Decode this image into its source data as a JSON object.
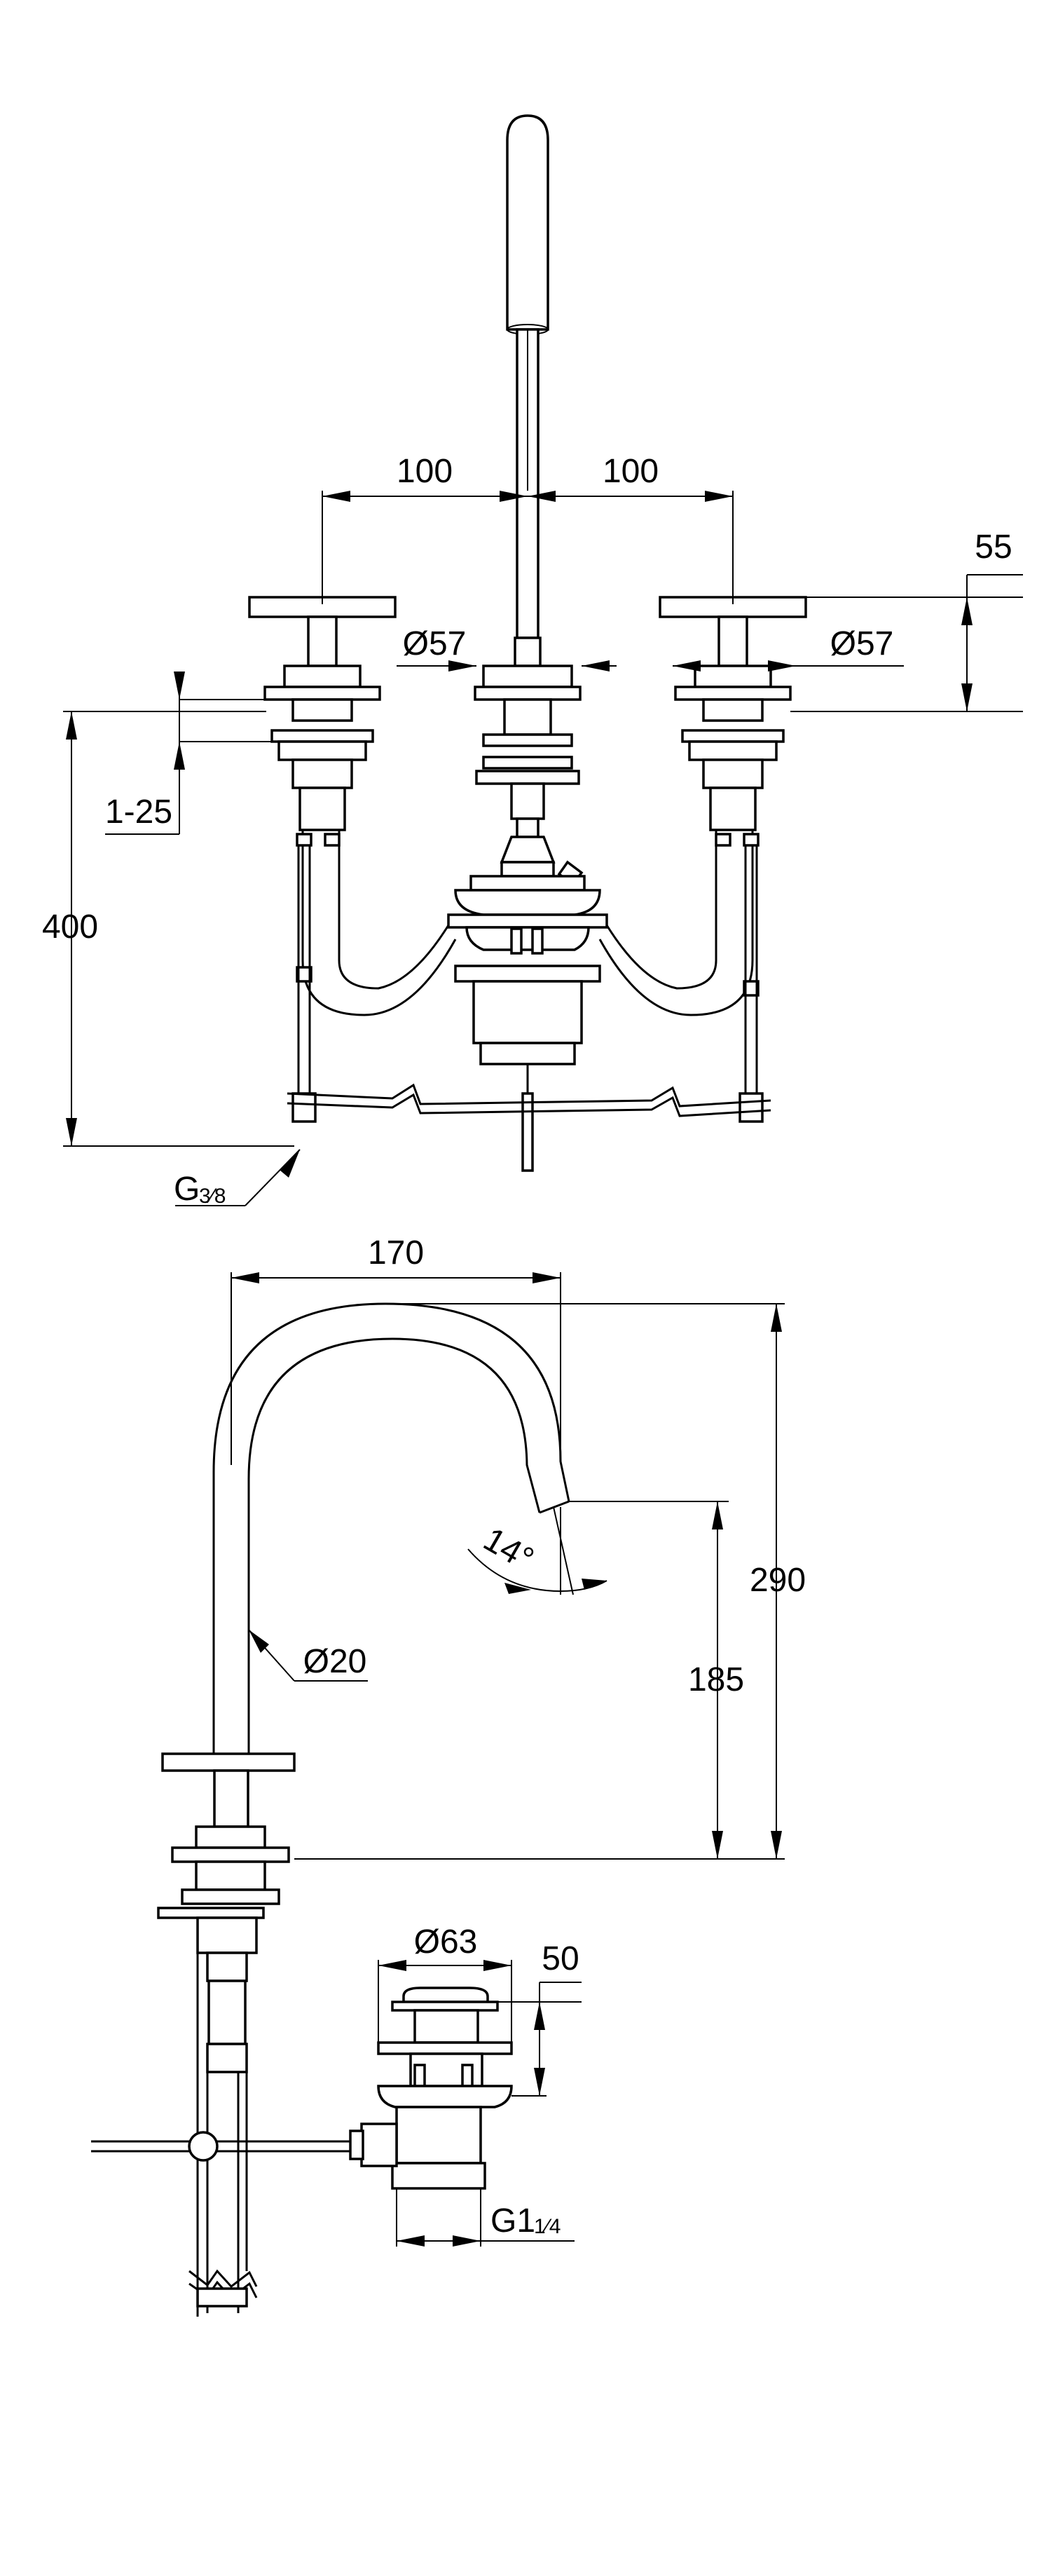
{
  "front_view": {
    "dim_left_spacing": "100",
    "dim_right_spacing": "100",
    "dim_handle_height": "55",
    "dim_rosette_left": "Ø57",
    "dim_rosette_right": "Ø57",
    "dim_deck_thickness": "1-25",
    "dim_total_height": "400",
    "dim_connection_main": "G",
    "dim_connection_fraction": "3⁄8"
  },
  "side_view": {
    "dim_projection": "170",
    "dim_angle": "14°",
    "dim_total_height": "290",
    "dim_outlet_height": "185",
    "dim_spout_diameter": "Ø20",
    "dim_waste_diameter": "Ø63",
    "dim_waste_height": "50",
    "dim_waste_thread_main": "G1",
    "dim_waste_thread_fraction": "1⁄4"
  }
}
